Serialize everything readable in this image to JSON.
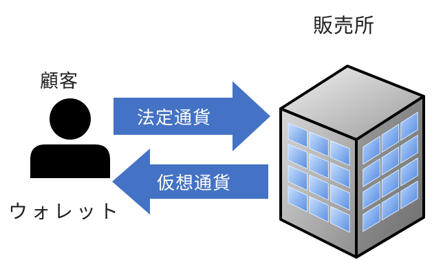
{
  "labels": {
    "shop": "販売所",
    "customer": "顧客",
    "wallet": "ウォレット"
  },
  "arrows": {
    "to_shop": "法定通貨",
    "to_customer": "仮想通貨"
  },
  "icons": {
    "person": "person-icon",
    "building": "building-icon"
  },
  "colors": {
    "arrow": "#4472c4",
    "person": "#000000",
    "window": "#7eaef5"
  }
}
